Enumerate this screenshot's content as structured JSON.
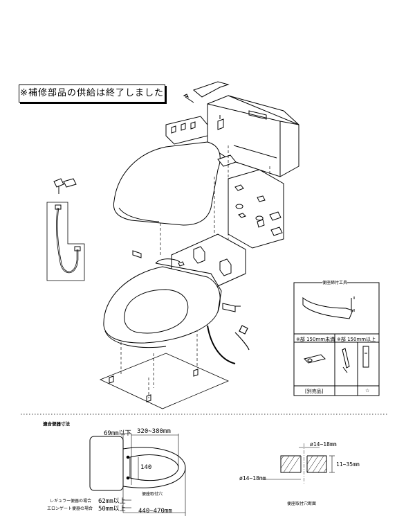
{
  "notice": "※補修部品の供給は終了しました",
  "inset": {
    "title": "便座締付工具",
    "note1": "※部 150mm未満",
    "note2": "※部 150mm以上",
    "separate": "[別売品]",
    "star": "☆"
  },
  "dimensions": {
    "section_title": "適合便器寸法",
    "width_top": "69mm以下",
    "range_top": "320~380mm",
    "height": "140",
    "hole_label": "便座取付穴",
    "regular_label": "レギュラー便器の場合",
    "regular_value": "62mm以上",
    "elongated_label": "エロンゲート便器の場合",
    "elongated_value": "50mm以上",
    "range_bottom": "440~470mm"
  },
  "hole_section": {
    "dia_top": "ø14~18mm",
    "thickness": "11~35mm",
    "dia_bottom": "ø14~18mm",
    "caption": "便座取付穴断面"
  }
}
